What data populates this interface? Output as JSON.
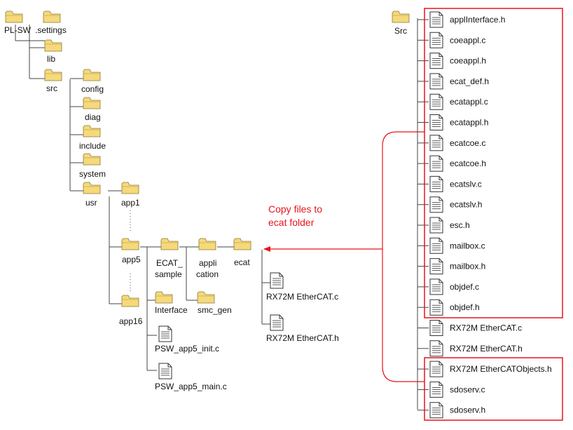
{
  "left_tree": {
    "root": "PL-SW",
    "settings": ".settings",
    "lib": "lib",
    "src": "src",
    "config": "config",
    "diag": "diag",
    "include": "include",
    "system": "system",
    "usr": "usr",
    "app1": "app1",
    "app5": "app5",
    "app16": "app16",
    "ecat_sample": [
      "ECAT_",
      "sample"
    ],
    "application": [
      "appli",
      "cation"
    ],
    "ecat": "ecat",
    "interface": "Interface",
    "smc_gen": "smc_gen",
    "psw_init": "PSW_app5_init.c",
    "psw_main": "PSW_app5_main.c",
    "rx_c": "RX72M EtherCAT.c",
    "rx_h": "RX72M EtherCAT.h"
  },
  "annotation": [
    "Copy files to",
    "ecat folder"
  ],
  "right_tree": {
    "root": "Src",
    "files": [
      "applInterface.h",
      "coeappl.c",
      "coeappl.h",
      "ecat_def.h",
      "ecatappl.c",
      "ecatappl.h",
      "ecatcoe.c",
      "ecatcoe.h",
      "ecatslv.c",
      "ecatslv.h",
      "esc.h",
      "mailbox.c",
      "mailbox.h",
      "objdef.c",
      "objdef.h",
      "RX72M EtherCAT.c",
      "RX72M EtherCAT.h",
      "RX72M EtherCATObjects.h",
      "sdoserv.c",
      "sdoserv.h"
    ]
  },
  "colors": {
    "folder": "#f5d97a",
    "folder_edge": "#8a7a3a",
    "highlight": "#e8141b"
  }
}
